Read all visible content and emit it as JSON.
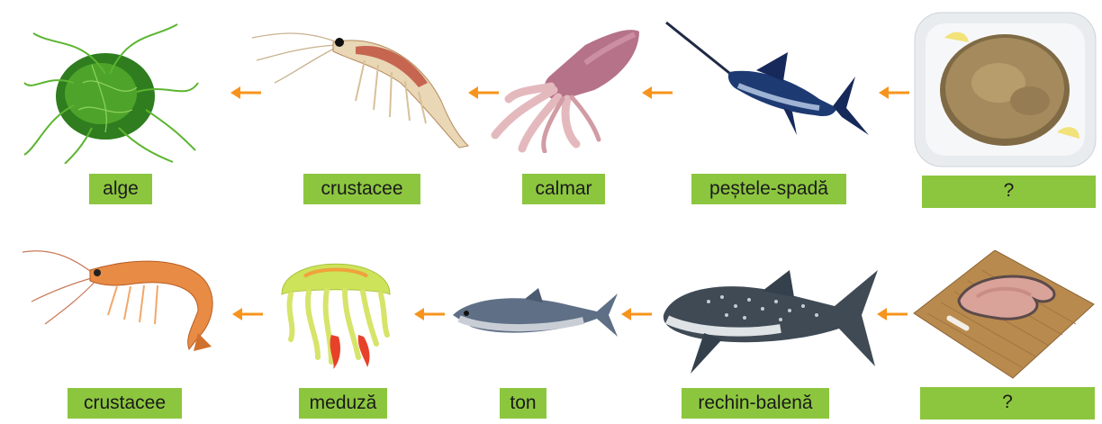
{
  "colors": {
    "label_bg": "#8cc63f",
    "arrow": "#f7941d"
  },
  "chains": [
    {
      "items": [
        {
          "label": "alge",
          "icon": "algae-icon"
        },
        {
          "label": "crustacee",
          "icon": "krill-icon"
        },
        {
          "label": "calmar",
          "icon": "squid-icon"
        },
        {
          "label": "peștele-spadă",
          "icon": "swordfish-icon"
        },
        {
          "label": "?",
          "icon": "fish-steak-plate-icon"
        }
      ]
    },
    {
      "items": [
        {
          "label": "crustacee",
          "icon": "shrimp-icon"
        },
        {
          "label": "meduză",
          "icon": "jellyfish-icon"
        },
        {
          "label": "ton",
          "icon": "tuna-icon"
        },
        {
          "label": "rechin-balenă",
          "icon": "whale-shark-icon"
        },
        {
          "label": "?",
          "icon": "fish-steak-board-icon"
        }
      ]
    }
  ]
}
